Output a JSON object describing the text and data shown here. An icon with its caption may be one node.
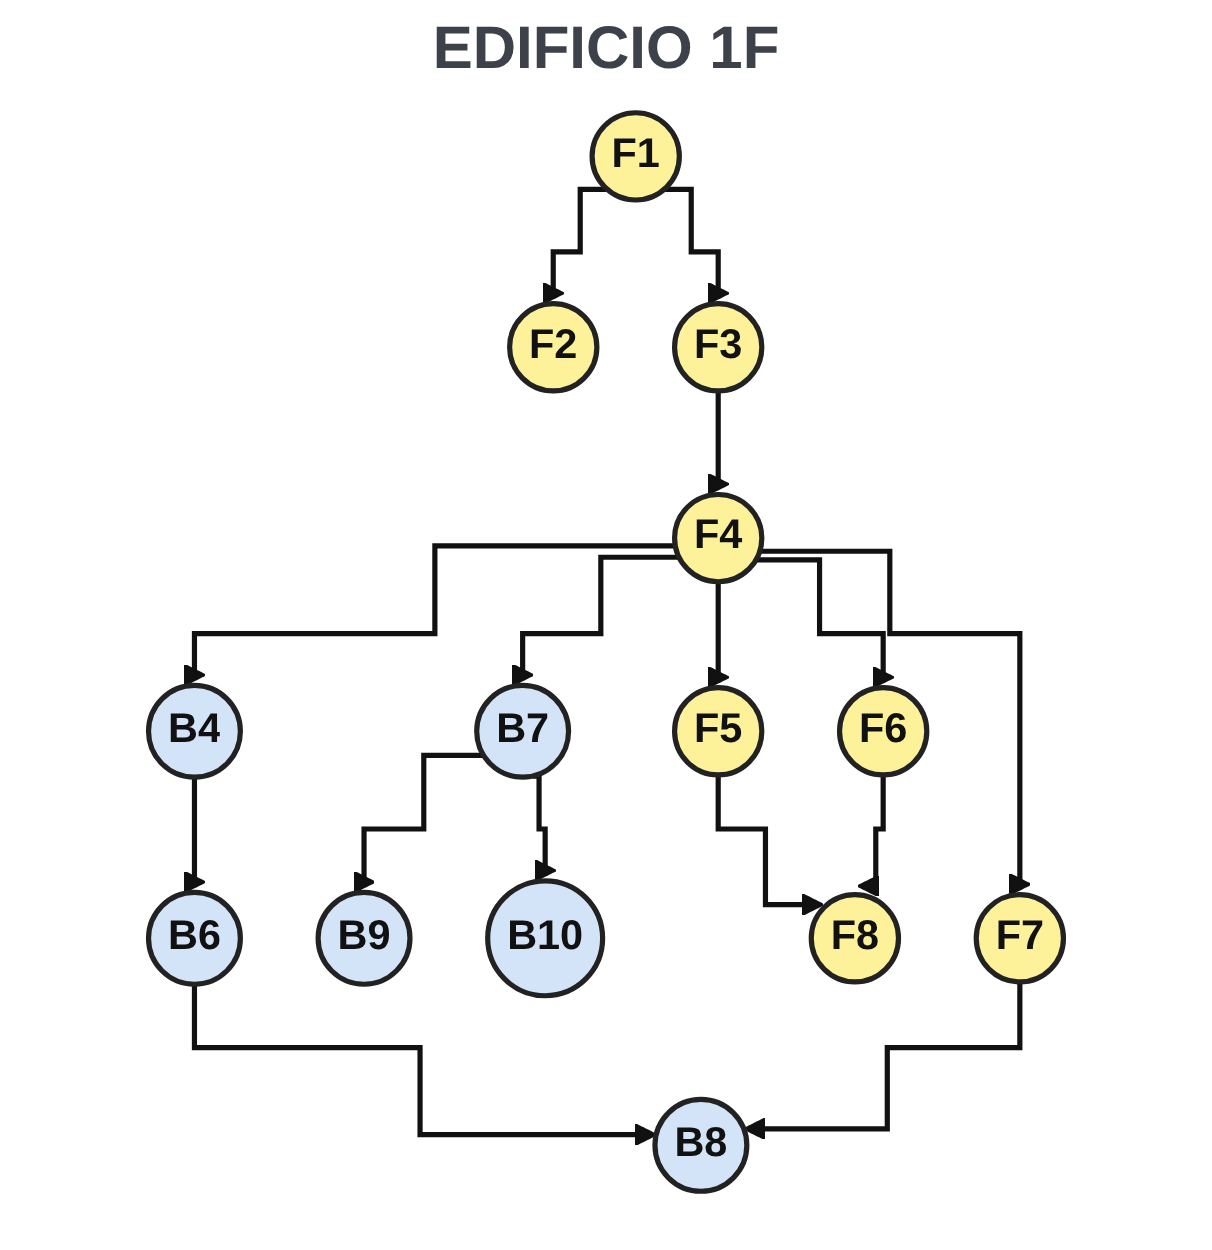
{
  "diagram": {
    "title": "EDIFICIO 1F",
    "nodes": [
      {
        "text": [
          "F1"
        ]
      },
      {
        "text": [
          "F2"
        ]
      },
      {
        "text": [
          "F3"
        ]
      },
      {
        "text": [
          "F4"
        ]
      },
      {
        "text": [
          "B7"
        ]
      },
      {
        "text": [
          "F5"
        ]
      },
      {
        "text": [
          "F6"
        ]
      },
      {
        "text": [
          "F7"
        ]
      },
      {
        "text": [
          "B4"
        ]
      },
      {
        "text": [
          "B9"
        ]
      },
      {
        "text": [
          "B10"
        ]
      },
      {
        "text": [
          "F8"
        ]
      },
      {
        "text": [
          "B6"
        ]
      },
      {
        "text": [
          "B8"
        ]
      }
    ],
    "edges": [
      {
        "from": 0,
        "to": 1,
        "arrow": "to"
      },
      {
        "from": 0,
        "to": 2,
        "arrow": "to"
      },
      {
        "from": 2,
        "to": 3,
        "arrow": "to"
      },
      {
        "from": 3,
        "to": 4,
        "arrow": "to"
      },
      {
        "from": 3,
        "to": 5,
        "arrow": "to"
      },
      {
        "from": 3,
        "to": 6,
        "arrow": "to"
      },
      {
        "from": 3,
        "to": 7,
        "arrow": "to"
      },
      {
        "from": 3,
        "to": 8,
        "arrow": "to"
      },
      {
        "from": 4,
        "to": 9,
        "arrow": "to"
      },
      {
        "from": 4,
        "to": 10,
        "arrow": "to"
      },
      {
        "from": 5,
        "to": 11,
        "arrow": "to"
      },
      {
        "from": 6,
        "to": 11,
        "arrow": "to"
      },
      {
        "from": 8,
        "to": 12,
        "arrow": "to"
      },
      {
        "from": 12,
        "to": 13,
        "arrow": "to"
      },
      {
        "from": 7,
        "to": 13,
        "arrow": "to"
      }
    ]
  }
}
